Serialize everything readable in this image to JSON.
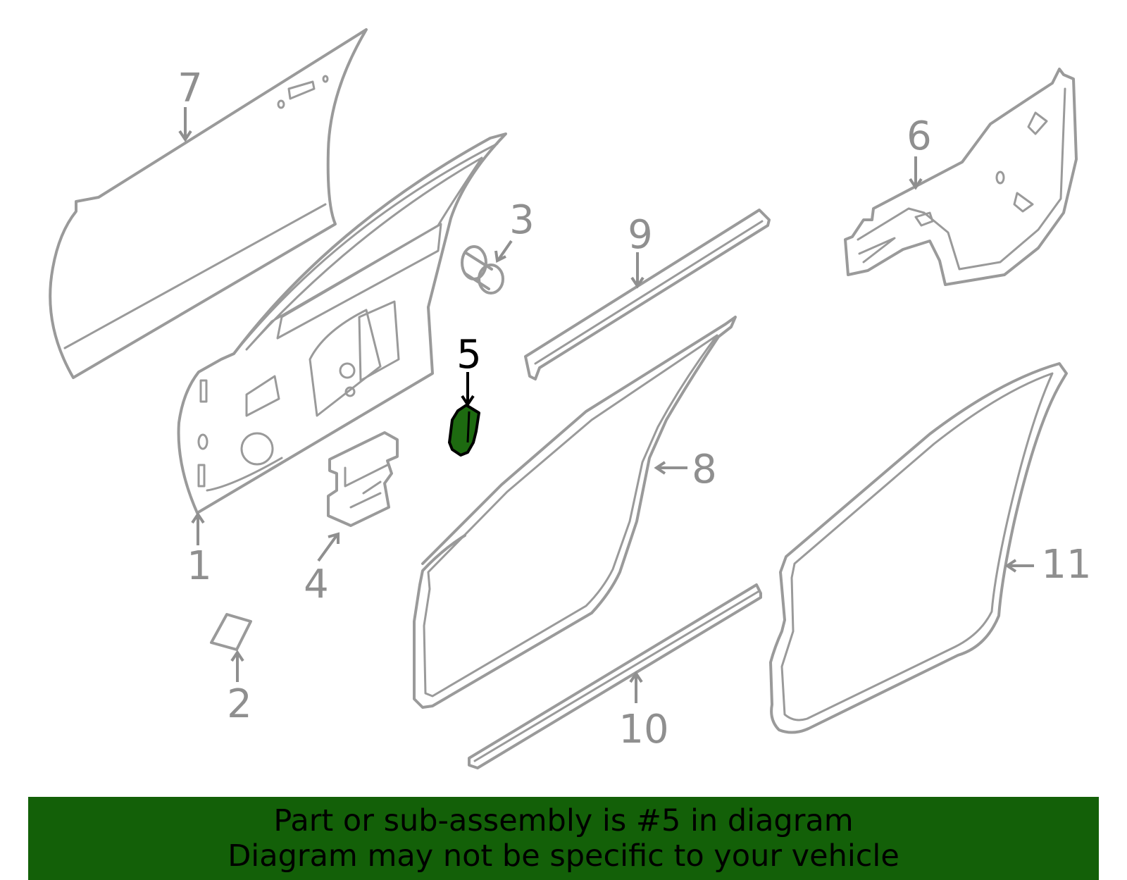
{
  "diagram": {
    "callouts": [
      {
        "id": "1",
        "label": "1"
      },
      {
        "id": "2",
        "label": "2"
      },
      {
        "id": "3",
        "label": "3"
      },
      {
        "id": "4",
        "label": "4"
      },
      {
        "id": "5",
        "label": "5"
      },
      {
        "id": "6",
        "label": "6"
      },
      {
        "id": "7",
        "label": "7"
      },
      {
        "id": "8",
        "label": "8"
      },
      {
        "id": "9",
        "label": "9"
      },
      {
        "id": "10",
        "label": "10"
      },
      {
        "id": "11",
        "label": "11"
      }
    ],
    "highlighted_part": "5",
    "colors": {
      "line": "#9a9a9a",
      "callout": "#8f8f8f",
      "highlight_fill": "#1d6a10",
      "banner": "#136008"
    }
  },
  "banner": {
    "line1": "Part or sub-assembly is #5 in diagram",
    "line2": "Diagram may not be specific to your vehicle"
  }
}
